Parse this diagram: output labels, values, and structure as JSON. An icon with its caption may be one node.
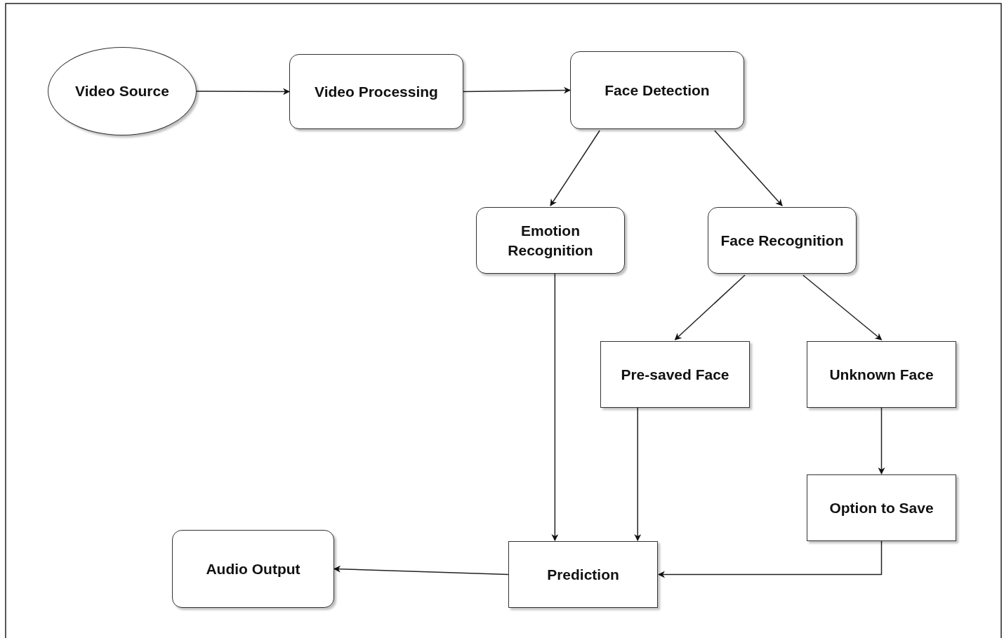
{
  "diagram": {
    "nodes": [
      {
        "text": [
          "Video Source"
        ]
      },
      {
        "text": [
          "Video Processing"
        ]
      },
      {
        "text": [
          "Face Detection"
        ]
      },
      {
        "text": [
          "Emotion Recognition"
        ]
      },
      {
        "text": [
          "Face Recognition"
        ]
      },
      {
        "text": [
          "Pre-saved Face"
        ]
      },
      {
        "text": [
          "Unknown Face"
        ]
      },
      {
        "text": [
          "Option to Save"
        ]
      },
      {
        "text": [
          "Prediction"
        ]
      },
      {
        "text": [
          "Audio Output"
        ]
      }
    ],
    "edges": [
      {
        "from": 0,
        "to": 1,
        "arrow": "to"
      },
      {
        "from": 1,
        "to": 2,
        "arrow": "to"
      },
      {
        "from": 2,
        "to": 3,
        "arrow": "to"
      },
      {
        "from": 2,
        "to": 4,
        "arrow": "to"
      },
      {
        "from": 4,
        "to": 5,
        "arrow": "to"
      },
      {
        "from": 4,
        "to": 6,
        "arrow": "to"
      },
      {
        "from": 6,
        "to": 7,
        "arrow": "to"
      },
      {
        "from": 3,
        "to": 8,
        "arrow": "to"
      },
      {
        "from": 5,
        "to": 8,
        "arrow": "to"
      },
      {
        "from": 7,
        "to": 8,
        "arrow": "to"
      },
      {
        "from": 8,
        "to": 9,
        "arrow": "to"
      }
    ]
  }
}
